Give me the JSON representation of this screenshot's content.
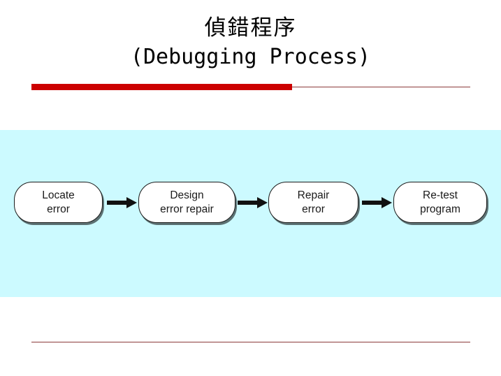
{
  "slide": {
    "title_cn": "偵錯程序",
    "title_en": "(Debugging Process)",
    "rule_color": "#8b3a3a",
    "accent_bar_color": "#cc0000",
    "panel_background": "#ccfaff"
  },
  "diagram": {
    "type": "flowchart",
    "orientation": "left-to-right",
    "node_fill": "#ffffff",
    "node_border": "#1a1a1a",
    "nodes": [
      {
        "line1": "Locate",
        "line2": "error"
      },
      {
        "line1": "Design",
        "line2": "error repair"
      },
      {
        "line1": "Repair",
        "line2": "error"
      },
      {
        "line1": "Re-test",
        "line2": "program"
      }
    ],
    "connectors": [
      {
        "from": "Locate error",
        "to": "Design error repair",
        "style": "solid-arrow"
      },
      {
        "from": "Design error repair",
        "to": "Repair error",
        "style": "solid-arrow"
      },
      {
        "from": "Repair error",
        "to": "Re-test program",
        "style": "solid-arrow"
      }
    ]
  }
}
